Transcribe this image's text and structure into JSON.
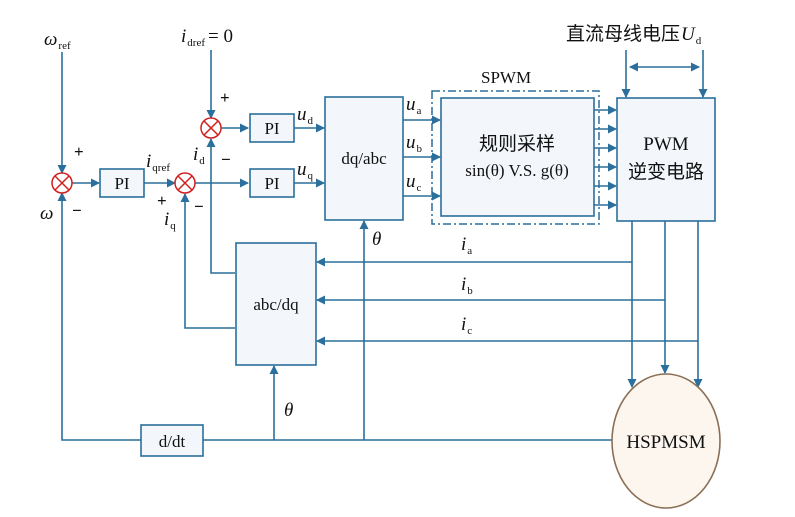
{
  "signals": {
    "omega_ref": "ω",
    "omega_ref_sub": "ref",
    "idref": "i",
    "idref_sub": "dref",
    "idref_val": "= 0",
    "iqref": "i",
    "iqref_sub": "qref",
    "id": "i",
    "id_sub": "d",
    "iq": "i",
    "iq_sub": "q",
    "omega": "ω",
    "ud": "u",
    "ud_sub": "d",
    "uq": "u",
    "uq_sub": "q",
    "ua": "u",
    "ua_sub": "a",
    "ub": "u",
    "ub_sub": "b",
    "uc": "u",
    "uc_sub": "c",
    "ia": "i",
    "ia_sub": "a",
    "ib": "i",
    "ib_sub": "b",
    "ic": "i",
    "ic_sub": "c",
    "theta": "θ",
    "dc_bus": "直流母线电压",
    "ud_bus": "U",
    "ud_bus_sub": "d",
    "spwm": "SPWM"
  },
  "signs": {
    "plus": "+",
    "minus": "−"
  },
  "blocks": {
    "pi": "PI",
    "dq_abc": "dq/abc",
    "abc_dq": "abc/dq",
    "sampling_line1": "规则采样",
    "sampling_line2": "sin(θ) V.S. g(θ)",
    "pwm_line1": "PWM",
    "pwm_line2": "逆变电路",
    "ddt": "d/dt",
    "motor": "HSPMSM"
  },
  "colors": {
    "line": "#2b6f9c",
    "block_fill": "#f3f7fb",
    "motor_fill": "#fcf6ee",
    "motor_stroke": "#8b6f55",
    "sum_cross": "#d21f1f"
  }
}
